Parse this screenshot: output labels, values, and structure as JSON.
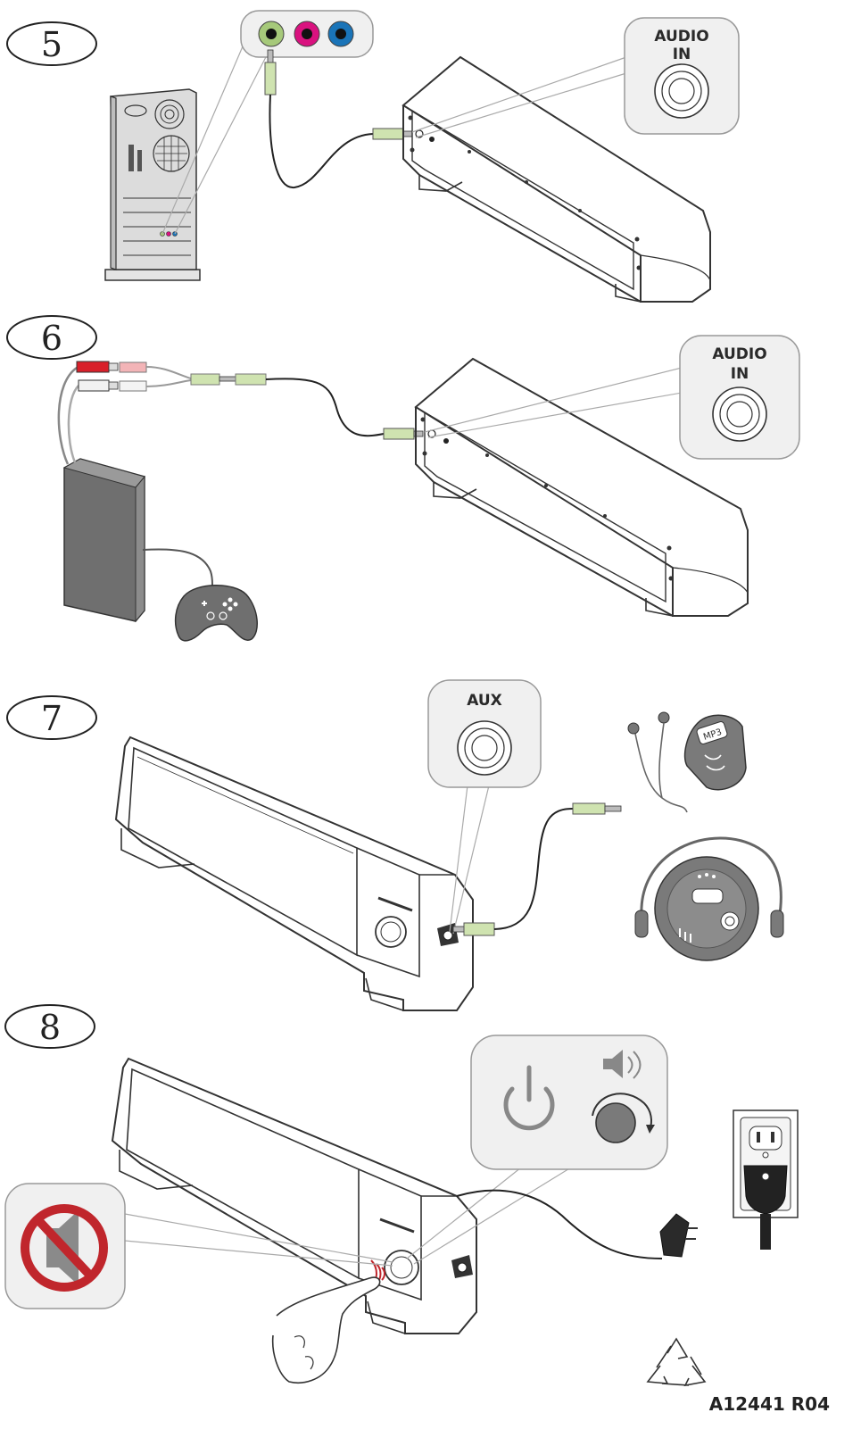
{
  "steps": [
    {
      "number": "5",
      "callout": {
        "line1": "AUDIO",
        "line2": "IN"
      }
    },
    {
      "number": "6",
      "callout": {
        "line1": "AUDIO",
        "line2": "IN"
      }
    },
    {
      "number": "7",
      "callout": {
        "line1": "AUX"
      }
    },
    {
      "number": "8"
    }
  ],
  "device_labels": {
    "mp3": "MP3"
  },
  "document_code": "A12441 R04",
  "colors": {
    "jack_green": "#a6c97a",
    "jack_pink": "#d9127f",
    "jack_blue": "#1a74b8",
    "plug_red": "#d8202a",
    "plug_green": "#cfe3b0",
    "mute_red": "#c0262c",
    "device_gray": "#7a7a7a",
    "line": "#333333"
  },
  "icons": [
    "computer-tower-icon",
    "game-console-icon",
    "gamepad-icon",
    "mp3-player-icon",
    "earphones-icon",
    "cd-player-icon",
    "headphones-icon",
    "power-icon",
    "volume-icon",
    "volume-knob-icon",
    "mute-icon",
    "wall-outlet-icon",
    "power-plug-icon",
    "power-adapter-icon",
    "hand-icon",
    "recycle-icon"
  ]
}
